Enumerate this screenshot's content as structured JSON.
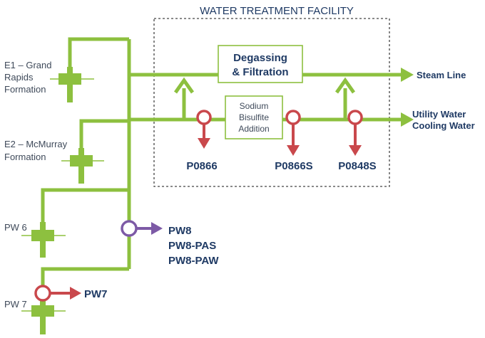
{
  "facility": {
    "title": "WATER TREATMENT FACILITY"
  },
  "sources": {
    "e1": [
      "E1 – Grand",
      "Rapids",
      "Formation"
    ],
    "e2": [
      "E2 – McMurray",
      "Formation"
    ],
    "pw6": "PW 6",
    "pw7": "PW 7"
  },
  "processes": {
    "degassing": [
      "Degassing",
      "& Filtration"
    ],
    "sodium": [
      "Sodium",
      "Bisulfite",
      "Addition"
    ]
  },
  "outputs": {
    "steam": "Steam Line",
    "utility": [
      "Utility Water",
      "Cooling Water"
    ]
  },
  "sample_points": {
    "p0866": "P0866",
    "p0866s": "P0866S",
    "p0848s": "P0848S",
    "pw8": [
      "PW8",
      "PW8-PAS",
      "PW8-PAW"
    ],
    "pw7": "PW7"
  },
  "colors": {
    "pipe": "#8dc03f",
    "sample_red": "#c9484c",
    "sample_purple": "#7d5aa6",
    "text_navy": "#1f3a64",
    "text_grey": "#3f4a5a"
  }
}
